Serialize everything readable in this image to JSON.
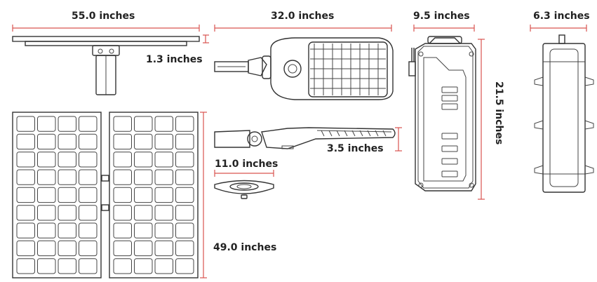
{
  "dimensions": {
    "panel_width": "55.0 inches",
    "panel_thickness": "1.3 inches",
    "panel_height": "49.0 inches",
    "light_length": "32.0 inches",
    "light_height": "3.5 inches",
    "light_arm": "11.0 inches",
    "battery_width": "9.5 inches",
    "battery_height": "21.5 inches",
    "battery_depth": "6.3 inches"
  },
  "colors": {
    "dimension_line": "#d9534f",
    "drawing": "#333333",
    "text": "#222222"
  }
}
